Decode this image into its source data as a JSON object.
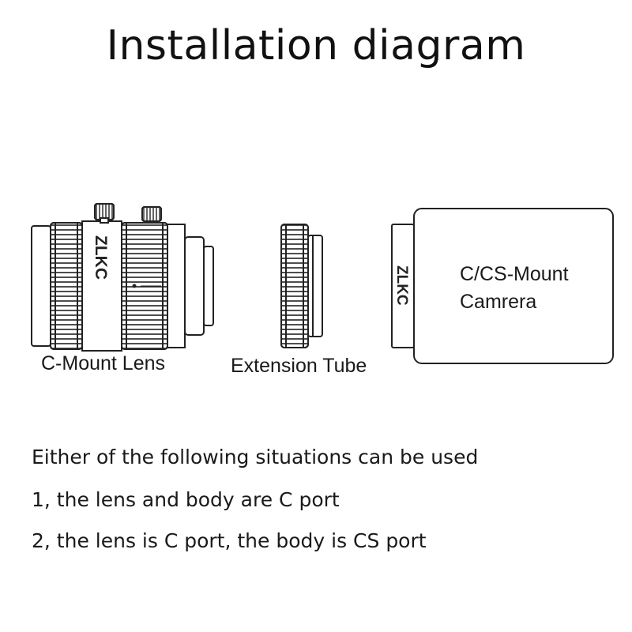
{
  "title": "Installation diagram",
  "components": {
    "lens": {
      "label": "C-Mount Lens",
      "brand": "ZLKC"
    },
    "tube": {
      "label": "Extension Tube"
    },
    "camera": {
      "brand": "ZLKC",
      "label_line1": "C/CS-Mount",
      "label_line2": "Camrera"
    }
  },
  "notes": {
    "heading": "Either of the following situations can be used",
    "items": [
      "1, the lens and body are C port",
      "2, the lens is C port, the body is CS port"
    ]
  }
}
